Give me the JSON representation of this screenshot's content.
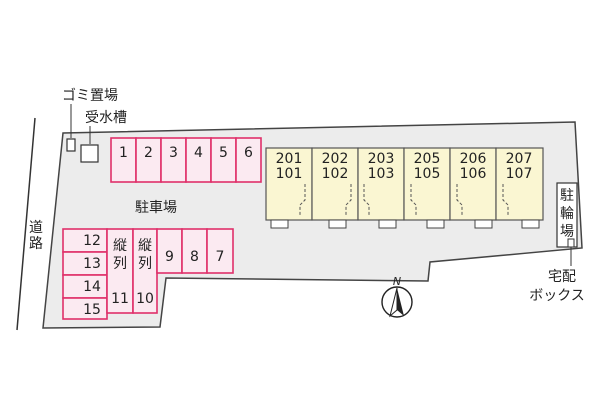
{
  "labels": {
    "garbage": "ゴミ置場",
    "water_tank": "受水槽",
    "parking": "駐車場",
    "road": "道路",
    "bicycle_parking": "駐輪場",
    "delivery_box": "宅配ボックス"
  },
  "parking_top": [
    "1",
    "2",
    "3",
    "4",
    "5",
    "6"
  ],
  "parking_left": [
    "12",
    "13",
    "14",
    "15"
  ],
  "parking_tandem": [
    {
      "label": "縦列",
      "number": "11"
    },
    {
      "label": "縦列",
      "number": "10"
    }
  ],
  "parking_middle": [
    "9",
    "8",
    "7"
  ],
  "units": [
    {
      "upper": "201",
      "lower": "101"
    },
    {
      "upper": "202",
      "lower": "102"
    },
    {
      "upper": "203",
      "lower": "103"
    },
    {
      "upper": "205",
      "lower": "105"
    },
    {
      "upper": "206",
      "lower": "106"
    },
    {
      "upper": "207",
      "lower": "107"
    }
  ],
  "compass": "N",
  "colors": {
    "site": "#ececec",
    "parking_fill": "#fbeaf1",
    "parking_stroke": "#e0306a",
    "building_fill": "#faf6d2"
  }
}
